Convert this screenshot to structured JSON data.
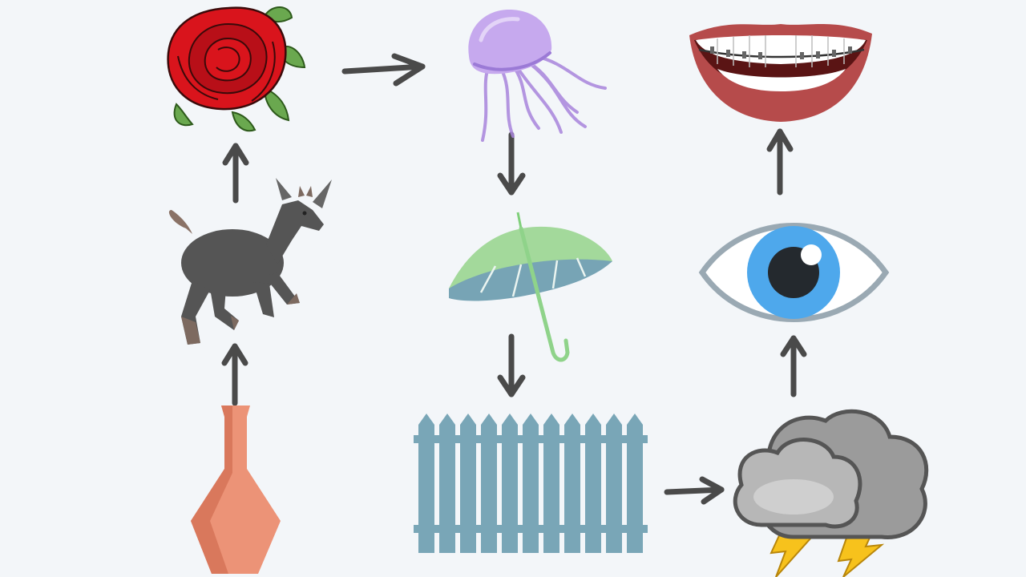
{
  "diagram": {
    "type": "picture-sequence",
    "background": "#f3f6f9",
    "arrow_color": "#4a4a4a",
    "nodes": [
      {
        "id": "vase",
        "icon": "vase-icon",
        "color": "#ec9377"
      },
      {
        "id": "goat",
        "icon": "goat-icon",
        "color": "#555555"
      },
      {
        "id": "rose",
        "icon": "rose-icon",
        "color": "#d9141c"
      },
      {
        "id": "jellyfish",
        "icon": "jellyfish-icon",
        "color": "#b89be0"
      },
      {
        "id": "umbrella",
        "icon": "umbrella-icon",
        "color": "#9fd89a"
      },
      {
        "id": "fence",
        "icon": "fence-icon",
        "color": "#79a6b7"
      },
      {
        "id": "storm-cloud",
        "icon": "storm-cloud-icon",
        "color": "#8c8c8c"
      },
      {
        "id": "eye",
        "icon": "eye-icon",
        "color": "#4ea8ec"
      },
      {
        "id": "mouth",
        "icon": "mouth-icon",
        "color": "#b64b4b"
      }
    ],
    "edges": [
      {
        "from": "vase",
        "to": "goat"
      },
      {
        "from": "goat",
        "to": "rose"
      },
      {
        "from": "rose",
        "to": "jellyfish"
      },
      {
        "from": "jellyfish",
        "to": "umbrella"
      },
      {
        "from": "umbrella",
        "to": "fence"
      },
      {
        "from": "fence",
        "to": "storm-cloud"
      },
      {
        "from": "storm-cloud",
        "to": "eye"
      },
      {
        "from": "eye",
        "to": "mouth"
      }
    ]
  }
}
